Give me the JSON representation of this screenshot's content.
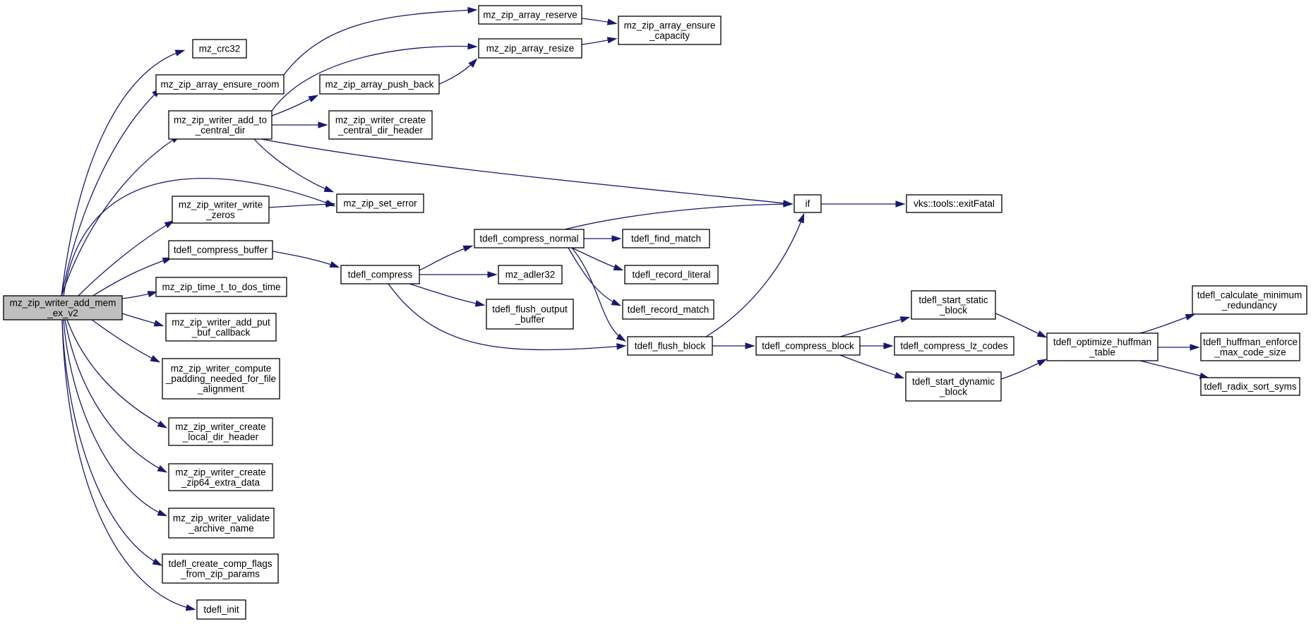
{
  "graph": {
    "type": "call-graph",
    "colors": {
      "edge": "#191970",
      "root_fill": "#bfbfbf",
      "node_fill": "#ffffff",
      "border": "#000000"
    },
    "nodes": [
      {
        "id": "root",
        "lines": [
          "mz_zip_writer_add_mem",
          "_ex_v2"
        ]
      },
      {
        "id": "crc32",
        "lines": [
          "mz_crc32"
        ]
      },
      {
        "id": "ensure_room",
        "lines": [
          "mz_zip_array_ensure_room"
        ]
      },
      {
        "id": "add_to_central",
        "lines": [
          "mz_zip_writer_add_to",
          "_central_dir"
        ]
      },
      {
        "id": "set_error",
        "lines": [
          "mz_zip_set_error"
        ]
      },
      {
        "id": "write_zeros",
        "lines": [
          "mz_zip_writer_write",
          "_zeros"
        ]
      },
      {
        "id": "compress_buffer",
        "lines": [
          "tdefl_compress_buffer"
        ]
      },
      {
        "id": "time_to_dos",
        "lines": [
          "mz_zip_time_t_to_dos_time"
        ]
      },
      {
        "id": "put_buf",
        "lines": [
          "mz_zip_writer_add_put",
          "_buf_callback"
        ]
      },
      {
        "id": "padding",
        "lines": [
          "mz_zip_writer_compute",
          "_padding_needed_for_file",
          "_alignment"
        ]
      },
      {
        "id": "local_dir",
        "lines": [
          "mz_zip_writer_create",
          "_local_dir_header"
        ]
      },
      {
        "id": "zip64",
        "lines": [
          "mz_zip_writer_create",
          "_zip64_extra_data"
        ]
      },
      {
        "id": "validate",
        "lines": [
          "mz_zip_writer_validate",
          "_archive_name"
        ]
      },
      {
        "id": "comp_flags",
        "lines": [
          "tdefl_create_comp_flags",
          "_from_zip_params"
        ]
      },
      {
        "id": "tdefl_init",
        "lines": [
          "tdefl_init"
        ]
      },
      {
        "id": "reserve",
        "lines": [
          "mz_zip_array_reserve"
        ]
      },
      {
        "id": "resize",
        "lines": [
          "mz_zip_array_resize"
        ]
      },
      {
        "id": "ensure_capacity",
        "lines": [
          "mz_zip_array_ensure",
          "_capacity"
        ]
      },
      {
        "id": "push_back",
        "lines": [
          "mz_zip_array_push_back"
        ]
      },
      {
        "id": "central_header",
        "lines": [
          "mz_zip_writer_create",
          "_central_dir_header"
        ]
      },
      {
        "id": "if",
        "lines": [
          "if"
        ]
      },
      {
        "id": "exitfatal",
        "lines": [
          "vks::tools::exitFatal"
        ]
      },
      {
        "id": "tdefl_compress",
        "lines": [
          "tdefl_compress"
        ]
      },
      {
        "id": "compress_normal",
        "lines": [
          "tdefl_compress_normal"
        ]
      },
      {
        "id": "adler32",
        "lines": [
          "mz_adler32"
        ]
      },
      {
        "id": "flush_output",
        "lines": [
          "tdefl_flush_output",
          "_buffer"
        ]
      },
      {
        "id": "find_match",
        "lines": [
          "tdefl_find_match"
        ]
      },
      {
        "id": "record_literal",
        "lines": [
          "tdefl_record_literal"
        ]
      },
      {
        "id": "record_match",
        "lines": [
          "tdefl_record_match"
        ]
      },
      {
        "id": "flush_block",
        "lines": [
          "tdefl_flush_block"
        ]
      },
      {
        "id": "compress_block",
        "lines": [
          "tdefl_compress_block"
        ]
      },
      {
        "id": "start_static",
        "lines": [
          "tdefl_start_static",
          "_block"
        ]
      },
      {
        "id": "compress_lz",
        "lines": [
          "tdefl_compress_lz_codes"
        ]
      },
      {
        "id": "start_dynamic",
        "lines": [
          "tdefl_start_dynamic",
          "_block"
        ]
      },
      {
        "id": "optimize",
        "lines": [
          "tdefl_optimize_huffman",
          "_table"
        ]
      },
      {
        "id": "calc_min",
        "lines": [
          "tdefl_calculate_minimum",
          "_redundancy"
        ]
      },
      {
        "id": "enforce",
        "lines": [
          "tdefl_huffman_enforce",
          "_max_code_size"
        ]
      },
      {
        "id": "radix",
        "lines": [
          "tdefl_radix_sort_syms"
        ]
      }
    ],
    "edges": [
      [
        "root",
        "crc32"
      ],
      [
        "root",
        "ensure_room"
      ],
      [
        "root",
        "add_to_central"
      ],
      [
        "root",
        "set_error"
      ],
      [
        "root",
        "write_zeros"
      ],
      [
        "root",
        "compress_buffer"
      ],
      [
        "root",
        "time_to_dos"
      ],
      [
        "root",
        "put_buf"
      ],
      [
        "root",
        "padding"
      ],
      [
        "root",
        "local_dir"
      ],
      [
        "root",
        "zip64"
      ],
      [
        "root",
        "validate"
      ],
      [
        "root",
        "comp_flags"
      ],
      [
        "root",
        "tdefl_init"
      ],
      [
        "ensure_room",
        "reserve"
      ],
      [
        "reserve",
        "ensure_capacity"
      ],
      [
        "resize",
        "ensure_capacity"
      ],
      [
        "add_to_central",
        "resize"
      ],
      [
        "add_to_central",
        "push_back"
      ],
      [
        "add_to_central",
        "central_header"
      ],
      [
        "add_to_central",
        "set_error"
      ],
      [
        "add_to_central",
        "if"
      ],
      [
        "push_back",
        "resize"
      ],
      [
        "write_zeros",
        "set_error"
      ],
      [
        "compress_buffer",
        "tdefl_compress"
      ],
      [
        "tdefl_compress",
        "compress_normal"
      ],
      [
        "tdefl_compress",
        "adler32"
      ],
      [
        "tdefl_compress",
        "flush_output"
      ],
      [
        "tdefl_compress",
        "flush_block"
      ],
      [
        "compress_normal",
        "if"
      ],
      [
        "compress_normal",
        "find_match"
      ],
      [
        "compress_normal",
        "record_literal"
      ],
      [
        "compress_normal",
        "record_match"
      ],
      [
        "compress_normal",
        "flush_block"
      ],
      [
        "flush_block",
        "if"
      ],
      [
        "flush_block",
        "compress_block"
      ],
      [
        "if",
        "exitfatal"
      ],
      [
        "compress_block",
        "start_static"
      ],
      [
        "compress_block",
        "compress_lz"
      ],
      [
        "compress_block",
        "start_dynamic"
      ],
      [
        "start_static",
        "optimize"
      ],
      [
        "start_dynamic",
        "optimize"
      ],
      [
        "optimize",
        "calc_min"
      ],
      [
        "optimize",
        "enforce"
      ],
      [
        "optimize",
        "radix"
      ]
    ]
  }
}
